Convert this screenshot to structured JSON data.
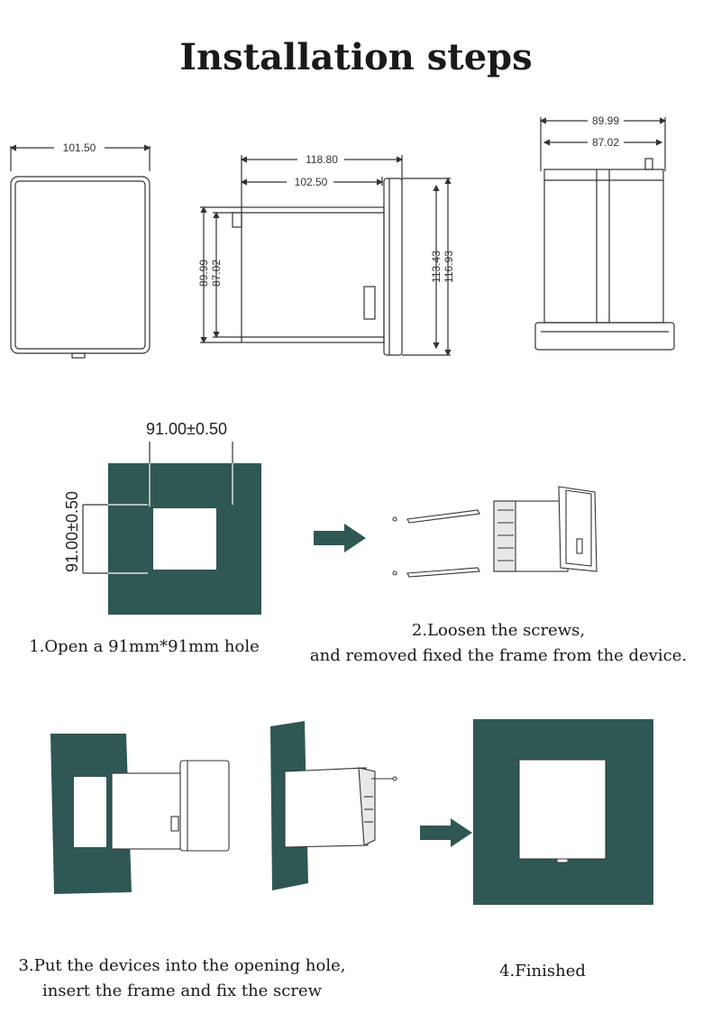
{
  "title": "Installation steps",
  "colors": {
    "panel": "#2f5753",
    "arrow": "#2f5753",
    "line": "#333333"
  },
  "dimensions": {
    "front_width": "101.50",
    "side_total_width": "118.80",
    "side_body_width": "102.50",
    "side_body_h1": "89.99",
    "side_body_h2": "87.02",
    "side_front_h1": "113.43",
    "side_front_h2": "116.93",
    "top_w1": "89.99",
    "top_w2": "87.02"
  },
  "cutout": {
    "width_label": "91.00±0.50",
    "height_label": "91.00±0.50"
  },
  "steps": [
    {
      "line1": "1.Open a 91mm*91mm hole",
      "line2": ""
    },
    {
      "line1": "2.Loosen the screws,",
      "line2": "and removed fixed the frame from the device."
    },
    {
      "line1": "3.Put the devices into the opening hole,",
      "line2": "insert the frame and fix the screw"
    },
    {
      "line1": "4.Finished",
      "line2": ""
    }
  ]
}
